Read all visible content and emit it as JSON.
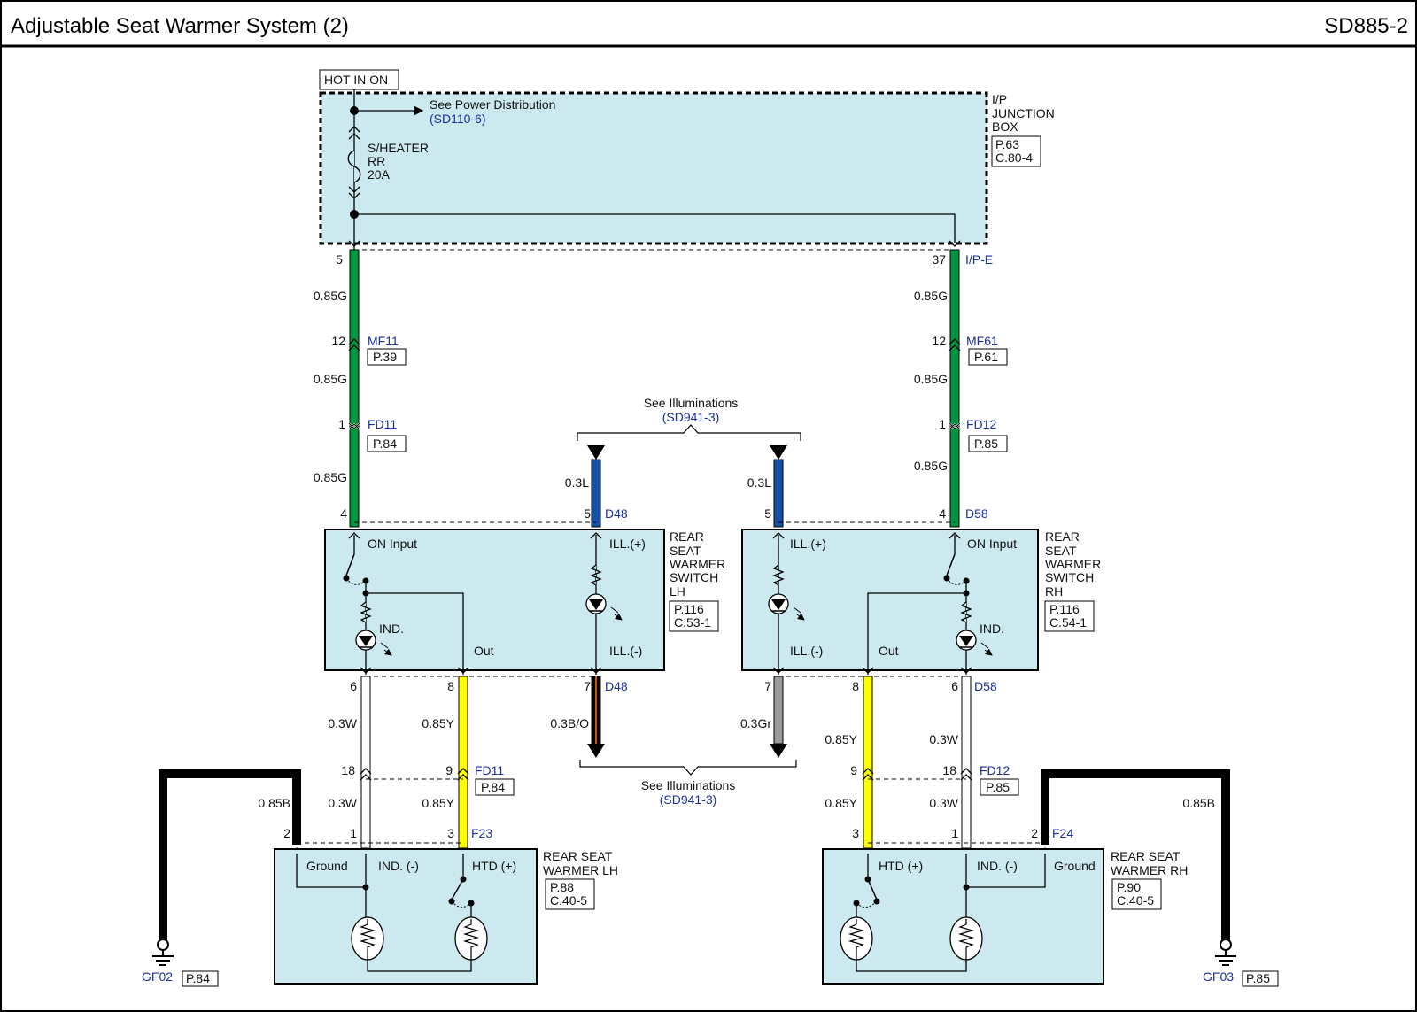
{
  "header": {
    "title": "Adjustable Seat Warmer System (2)",
    "code": "SD885-2"
  },
  "power": {
    "hot": "HOT IN ON",
    "see_power": "See Power Distribution",
    "see_power_ref": "(SD110-6)",
    "fuse_name_1": "S/HEATER",
    "fuse_name_2": "RR",
    "fuse_rating": "20A"
  },
  "junction": {
    "label_1": "I/P",
    "label_2": "JUNCTION",
    "label_3": "BOX",
    "page": "P.63",
    "conn": "C.80-4"
  },
  "connectors": {
    "ipe": "I/P-E",
    "mf11": "MF11",
    "mf11_page": "P.39",
    "mf61": "MF61",
    "mf61_page": "P.61",
    "fd11": "FD11",
    "fd11_page": "P.84",
    "fd12": "FD12",
    "fd12_page": "P.85",
    "d48": "D48",
    "d58": "D58",
    "f23": "F23",
    "f24": "F24",
    "gf02": "GF02",
    "gf02_page": "P.84",
    "gf03": "GF03",
    "gf03_page": "P.85"
  },
  "pins": {
    "p1": "1",
    "p2": "2",
    "p3": "3",
    "p4": "4",
    "p5": "5",
    "p6": "6",
    "p7": "7",
    "p8": "8",
    "p9": "9",
    "p12": "12",
    "p18": "18",
    "p37": "37"
  },
  "wires": {
    "g085": "0.85G",
    "l03": "0.3L",
    "w03": "0.3W",
    "y085": "0.85Y",
    "bo03": "0.3B/O",
    "gr03": "0.3Gr",
    "b085": "0.85B"
  },
  "wire_colors": {
    "green": "#009640",
    "blue": "#1750a8",
    "yellow": "#ffff00",
    "white": "#ffffff",
    "gray": "#9a9a9a",
    "black": "#000000",
    "orange": "#c05a10",
    "module_fill": "#cde9f0"
  },
  "illum": {
    "see": "See Illuminations",
    "ref": "(SD941-3)"
  },
  "switch_lh": {
    "name_1": "REAR",
    "name_2": "SEAT",
    "name_3": "WARMER",
    "name_4": "SWITCH",
    "name_5": "LH",
    "page": "P.116",
    "conn": "C.53-1",
    "on_input": "ON Input",
    "ind": "IND.",
    "out": "Out",
    "ill_pos": "ILL.(+)",
    "ill_neg": "ILL.(-)"
  },
  "switch_rh": {
    "name_1": "REAR",
    "name_2": "SEAT",
    "name_3": "WARMER",
    "name_4": "SWITCH",
    "name_5": "RH",
    "page": "P.116",
    "conn": "C.54-1",
    "on_input": "ON Input",
    "ind": "IND.",
    "out": "Out",
    "ill_pos": "ILL.(+)",
    "ill_neg": "ILL.(-)"
  },
  "warmer_lh": {
    "name_1": "REAR SEAT",
    "name_2": "WARMER LH",
    "page": "P.88",
    "conn": "C.40-5",
    "ground": "Ground",
    "ind": "IND. (-)",
    "htd": "HTD (+)"
  },
  "warmer_rh": {
    "name_1": "REAR SEAT",
    "name_2": "WARMER RH",
    "page": "P.90",
    "conn": "C.40-5",
    "ground": "Ground",
    "ind": "IND. (-)",
    "htd": "HTD (+)"
  },
  "icons": {
    "fuse": "fuse-icon",
    "led": "led-icon",
    "resistor": "resistor-icon",
    "switch": "switch-icon",
    "heater": "heater-element-icon",
    "ground": "ground-icon",
    "terminal_arrow": "terminal-arrow-icon"
  }
}
